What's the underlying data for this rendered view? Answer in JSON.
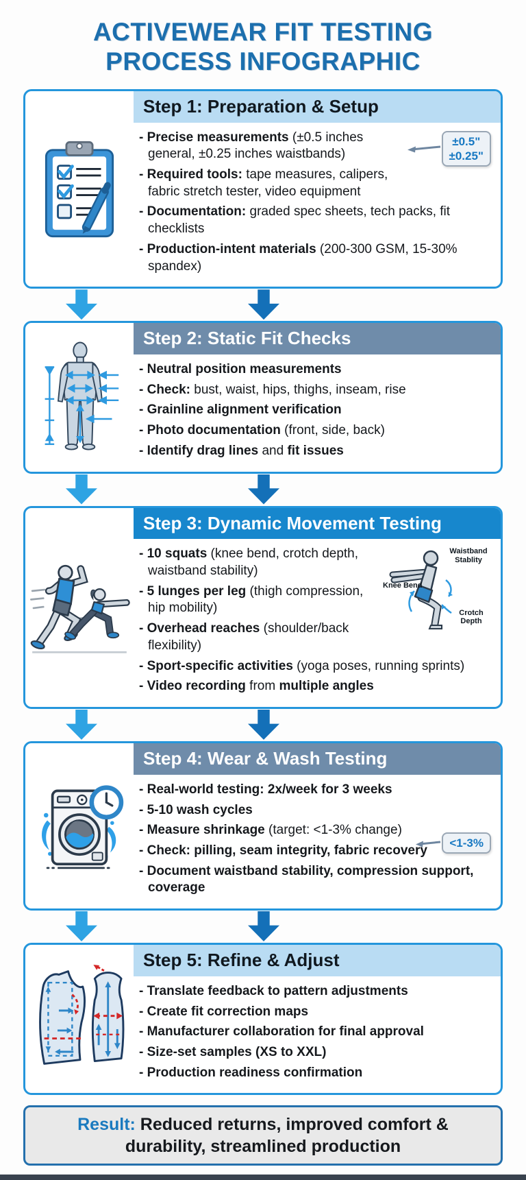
{
  "title": {
    "line1": "ACTIVEWEAR FIT TESTING",
    "line2": "PROCESS INFOGRAPHIC"
  },
  "colors": {
    "title_blue": "#1c6fae",
    "card_border": "#2496dc",
    "header_light_blue": "#b9dcf3",
    "header_slate": "#6f8caa",
    "header_bright_blue": "#1787cd",
    "arrow_light": "#2ea3e3",
    "arrow_dark": "#1470b8",
    "callout_text_blue": "#1778c2",
    "result_border": "#2470ad",
    "result_bg": "#e9e9e9"
  },
  "steps": [
    {
      "title": "Step 1: Preparation & Setup",
      "icon": "clipboard-checklist-icon",
      "items": [
        [
          {
            "t": "Precise measurements",
            "b": true
          },
          {
            "t": " (±0.5 inches general, ±0.25 inches waistbands)",
            "b": false
          }
        ],
        [
          {
            "t": "Required tools:",
            "b": true
          },
          {
            "t": " tape measures, calipers, fabric stretch tester, video equipment",
            "b": false
          }
        ],
        [
          {
            "t": "Documentation:",
            "b": true
          },
          {
            "t": " graded spec sheets, tech packs, fit checklists",
            "b": false
          }
        ],
        [
          {
            "t": "Production-intent materials",
            "b": true
          },
          {
            "t": " (200-300 GSM, 15-30% spandex)",
            "b": false
          }
        ]
      ],
      "callout": {
        "lines": [
          "±0.5\"",
          "±0.25\""
        ]
      }
    },
    {
      "title": "Step 2: Static Fit Checks",
      "icon": "body-measurement-icon",
      "items": [
        [
          {
            "t": "Neutral position measurements",
            "b": true
          }
        ],
        [
          {
            "t": "Check:",
            "b": true
          },
          {
            "t": " bust, waist, hips, thighs, inseam, rise",
            "b": false
          }
        ],
        [
          {
            "t": "Grainline alignment verification",
            "b": true
          }
        ],
        [
          {
            "t": "Photo documentation",
            "b": true
          },
          {
            "t": " (front, side, back)",
            "b": false
          }
        ],
        [
          {
            "t": "Identify drag lines",
            "b": true
          },
          {
            "t": " and ",
            "b": false
          },
          {
            "t": "fit issues",
            "b": true
          }
        ]
      ]
    },
    {
      "title": "Step 3: Dynamic Movement Testing",
      "icon": "athletes-running-lunge-icon",
      "items": [
        [
          {
            "t": "10 squats",
            "b": true
          },
          {
            "t": " (knee bend, crotch depth, waistband stability)",
            "b": false
          }
        ],
        [
          {
            "t": "5 lunges per leg",
            "b": true
          },
          {
            "t": " (thigh compression, hip mobility)",
            "b": false
          }
        ],
        [
          {
            "t": "Overhead reaches",
            "b": true
          },
          {
            "t": " (shoulder/back flexibility)",
            "b": false
          }
        ],
        [
          {
            "t": "Sport-specific activities",
            "b": true
          },
          {
            "t": " (yoga poses, running sprints)",
            "b": false
          }
        ],
        [
          {
            "t": "Video recording",
            "b": true
          },
          {
            "t": " from ",
            "b": false
          },
          {
            "t": "multiple angles",
            "b": true
          }
        ]
      ],
      "diagram": {
        "labels": {
          "waistband": "Waistband Stablity",
          "knee": "Knee Bend",
          "crotch": "Crotch Depth"
        }
      }
    },
    {
      "title": "Step 4: Wear & Wash Testing",
      "icon": "washing-machine-clock-icon",
      "items": [
        [
          {
            "t": "Real-world testing: 2x/week for 3 weeks",
            "b": true
          }
        ],
        [
          {
            "t": "5-10 wash cycles",
            "b": true
          }
        ],
        [
          {
            "t": "Measure shrinkage",
            "b": true
          },
          {
            "t": " (target: <1-3% change)",
            "b": false
          }
        ],
        [
          {
            "t": "Check: pilling, seam integrity, fabric recovery",
            "b": true
          }
        ],
        [
          {
            "t": "Document waistband stability, compression support, coverage",
            "b": true
          }
        ]
      ],
      "callout": {
        "lines": [
          "<1-3%"
        ]
      }
    },
    {
      "title": "Step 5: Refine & Adjust",
      "icon": "pattern-adjustment-icon",
      "items": [
        [
          {
            "t": "Translate feedback to pattern adjustments",
            "b": true
          }
        ],
        [
          {
            "t": "Create fit correction maps",
            "b": true
          }
        ],
        [
          {
            "t": "Manufacturer collaboration for final approval",
            "b": true
          }
        ],
        [
          {
            "t": "Size-set samples (XS to XXL)",
            "b": true
          }
        ],
        [
          {
            "t": "Production readiness confirmation",
            "b": true
          }
        ]
      ]
    }
  ],
  "result": {
    "label": "Result:",
    "text": " Reduced returns, improved comfort & durability, streamlined production"
  }
}
